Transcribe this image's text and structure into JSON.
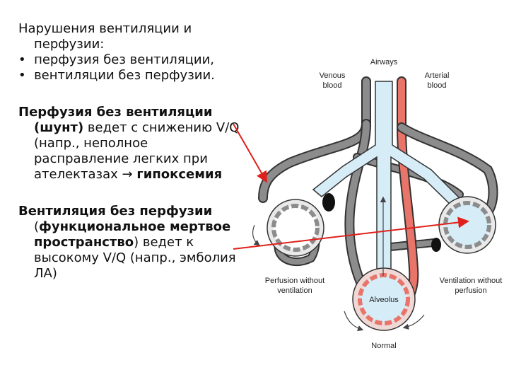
{
  "intro": {
    "title": "Нарушения вентиляции и перфузии:",
    "bullets": [
      "перфузия без вентиляции,",
      "вентиляции без перфузии."
    ],
    "bullet_glyph": "•"
  },
  "shunt": {
    "bold_1": "Перфузия без вентиляции (шунт)",
    "text_1": " ведет с снижению V/Q (напр., неполное расправление легких при ателектазах → ",
    "bold_2": "гипоксемия"
  },
  "deadspace": {
    "bold_1": "Вентиляция без перфузии",
    "text_1": " (",
    "bold_2": "функциональное мертвое пространство",
    "text_2": ") ведет к высокому V/Q (напр., эмболия ЛА)"
  },
  "diagram": {
    "labels": {
      "airways": "Airways",
      "venous_1": "Venous",
      "venous_2": "blood",
      "arterial_1": "Arterial",
      "arterial_2": "blood",
      "perfusion_1": "Perfusion without",
      "perfusion_2": "ventilation",
      "ventilation_1": "Ventilation without",
      "ventilation_2": "perfusion",
      "alveolus": "Alveolus",
      "normal": "Normal"
    },
    "colors": {
      "airway": "#d6ecf7",
      "vein": "#8c8c8c",
      "artery": "#e8746a",
      "pointer": "#e0201a"
    }
  }
}
